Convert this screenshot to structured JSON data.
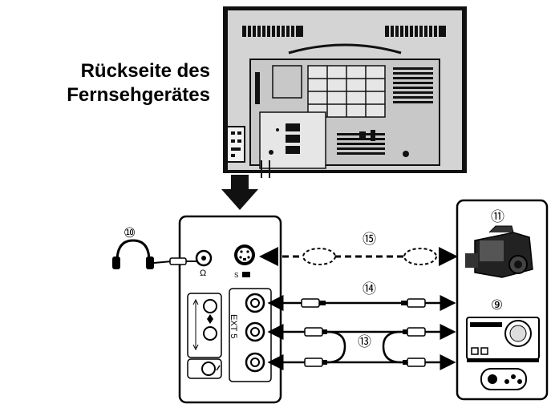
{
  "heading": {
    "line1": "Rückseite des",
    "line2": "Fernsehgerätes"
  },
  "callouts": [
    {
      "id": "c10",
      "label": "⑩"
    },
    {
      "id": "c11",
      "label": "⑪"
    },
    {
      "id": "c9",
      "label": "⑨"
    },
    {
      "id": "c15",
      "label": "⑮"
    },
    {
      "id": "c14",
      "label": "⑭"
    },
    {
      "id": "c13",
      "label": "⑬"
    }
  ],
  "panel": {
    "headphone_symbol": "Ω",
    "svideo_label": "S",
    "ext_label": "EXT 5"
  },
  "colors": {
    "ink": "#000000",
    "tv_body": "#d4d4d4",
    "tv_shadow": "#111111",
    "panel_fill": "#ffffff"
  },
  "icons": {
    "headphones": "headphones-icon",
    "camcorder": "camcorder-icon",
    "game_console": "game-console-icon",
    "gamepad": "gamepad-icon"
  }
}
